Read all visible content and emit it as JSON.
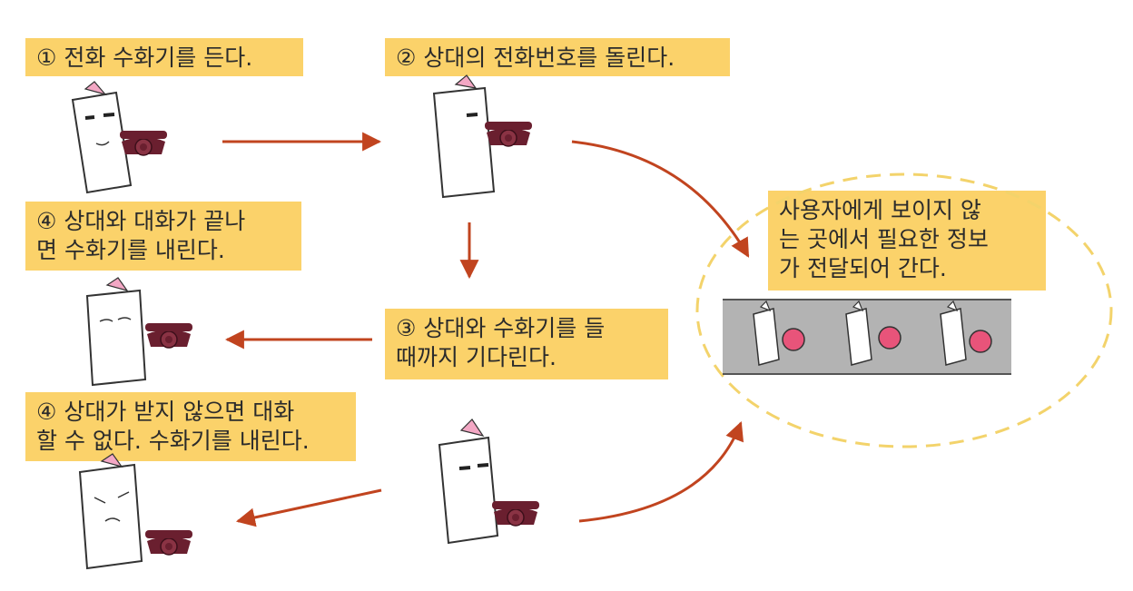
{
  "steps": {
    "step1": "① 전화 수화기를 든다.",
    "step2": "② 상대의 전화번호를 돌린다.",
    "step3": "③ 상대와 수화기를 들\n때까지 기다린다.",
    "step4a": "④ 상대와 대화가 끝나\n면 수화기를 내린다.",
    "step4b": "④ 상대가 받지 않으면 대화\n할 수 없다. 수화기를 내린다."
  },
  "note": "사용자에게 보이지 않\n는 곳에서 필요한 정보\n가 전달되어 간다.",
  "colors": {
    "label_bg": "#fbd26a",
    "arrow": "#c1441f",
    "phone": "#6a1f2f",
    "dashed_ellipse": "#f3d36b",
    "band": "#b3b3b3",
    "ball": "#e8547a"
  }
}
